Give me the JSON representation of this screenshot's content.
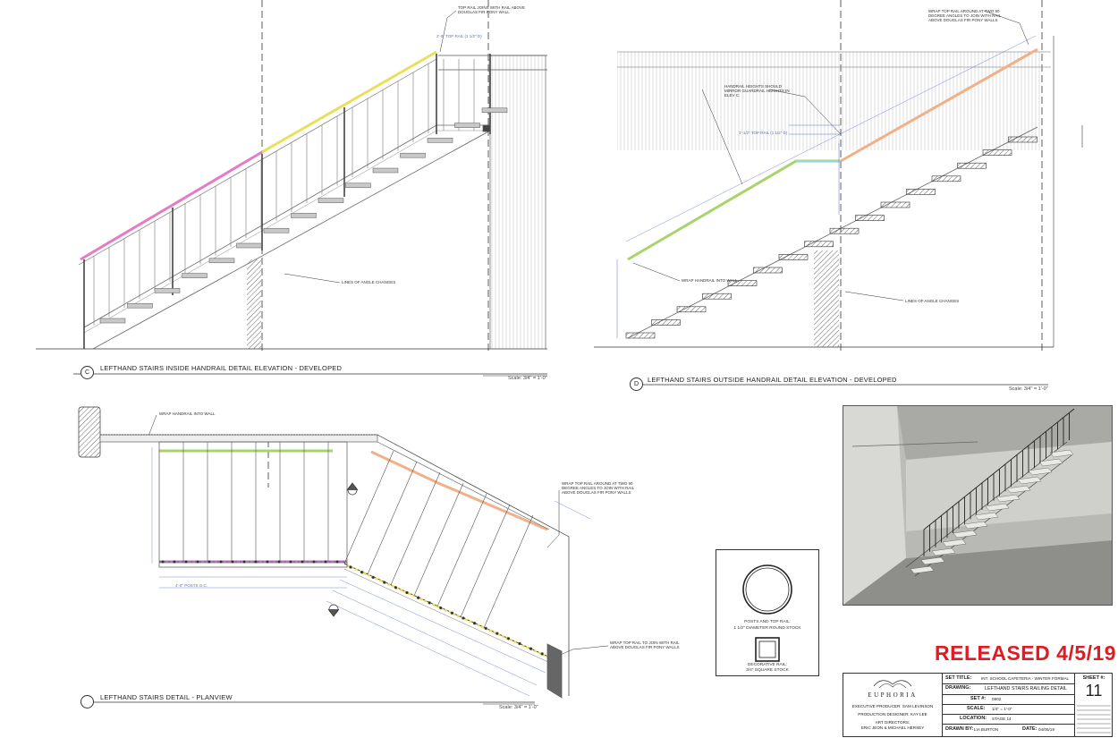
{
  "views": {
    "c": {
      "marker": "C",
      "title": "LEFTHAND STAIRS INSIDE HANDRAIL DETAIL ELEVATION - DEVELOPED",
      "scale": "Scale: 3/4\" = 1'-0\""
    },
    "d": {
      "marker": "D",
      "title": "LEFTHAND STAIRS OUTSIDE HANDRAIL DETAIL ELEVATION - DEVELOPED",
      "scale": "Scale: 3/4\" = 1'-0\""
    },
    "plan": {
      "title": "LEFTHAND STAIRS DETAIL - PLANVIEW",
      "scale": "Scale: 3/4\" = 1'-0\""
    }
  },
  "notes": {
    "top_rail_join": "TOP RAIL JOINS WITH RAIL ABOVE DOUGLAS FIR PONY WALL",
    "lines_of_angle_c": "LINES OF ANGLE CHANGES",
    "lines_of_angle_d": "LINES OF ANGLE CHANGES",
    "wrap_top_rail_d": "WRAP TOP RAIL AROUND AT TWO 90 DEGREE ANGLES TO JOIN WITH RAIL ABOVE DOUGLAS FIR PONY WALLS",
    "handrail_heights": "HANDRAIL HEIGHTS SHOULD MIRROR GUARDRAIL HEIGHTS IN ELEV C.",
    "wrap_handrail_wall_d": "WRAP HANDRAIL INTO WALL",
    "wrap_handrail_wall_plan": "WRAP HANDRAIL INTO WALL",
    "wrap_top_rail_plan_1": "WRAP TOP RAIL AROUND AT TWO 90 DEGREE ANGLES TO JOIN WITH RAIL ABOVE DOUGLAS FIR PONY WALLS",
    "wrap_top_rail_plan_2": "WRAP TOP RAIL TO JOIN WITH RAIL ABOVE DOUGLAS FIR PONY WALLS",
    "top_rail_dim": "2'-0\" TOP RAIL (1 1/2\" D)",
    "handrail_dim": "1'-1/2\" TOP RAIL (1 1/2\" D)",
    "posts_oc": "4'-0\" POSTS O.C."
  },
  "legend": {
    "posts_label": "POSTS AND TOP RAIL:",
    "posts_value": "1 1/2\" DIAMETER ROUND STOCK",
    "decorative_label": "DECORATIVE RAIL:",
    "decorative_value": "3/4\" SQUARE STOCK"
  },
  "released": "RELEASED 4/5/19",
  "title_block": {
    "show": "EUPHORIA",
    "executive_producer": "EXECUTIVE PRODUCER: SAM LEVINSON",
    "production_designer": "PRODUCTION DESIGNER: KAY LEE",
    "art_directors_label": "ART DIRECTORS:",
    "art_directors": "ERIC JEON & MICHAEL HERSEY",
    "set_title_k": "SET TITLE:",
    "set_title_v": "INT. SCHOOL CAFETERIA - WINTER FORMAL",
    "drawing_k": "DRAWING:",
    "drawing_v": "LEFTHAND STAIRS RAILING DETAIL",
    "set_no_k": "SET #:",
    "set_no_v": "0902",
    "scale_k": "SCALE:",
    "scale_v": "1/4\" = 1'-0\"",
    "location_k": "LOCATION:",
    "location_v": "STAGE 14",
    "drawn_by_k": "DRAWN BY:",
    "drawn_by_v": "LIA BURTON",
    "date_k": "DATE:",
    "date_v": "04/05/19",
    "sheet_k": "SHEET #:",
    "sheet_v": "11"
  },
  "colors": {
    "rail_pink": "#e77ac4",
    "rail_yellow": "#e8e05a",
    "rail_green": "#a9d46a",
    "rail_orange": "#f0b088",
    "rail_cyan": "#8fd8e8",
    "rail_purple": "#a97bb0",
    "released_red": "#e11b22",
    "dim_blue": "#5a6fd6"
  }
}
